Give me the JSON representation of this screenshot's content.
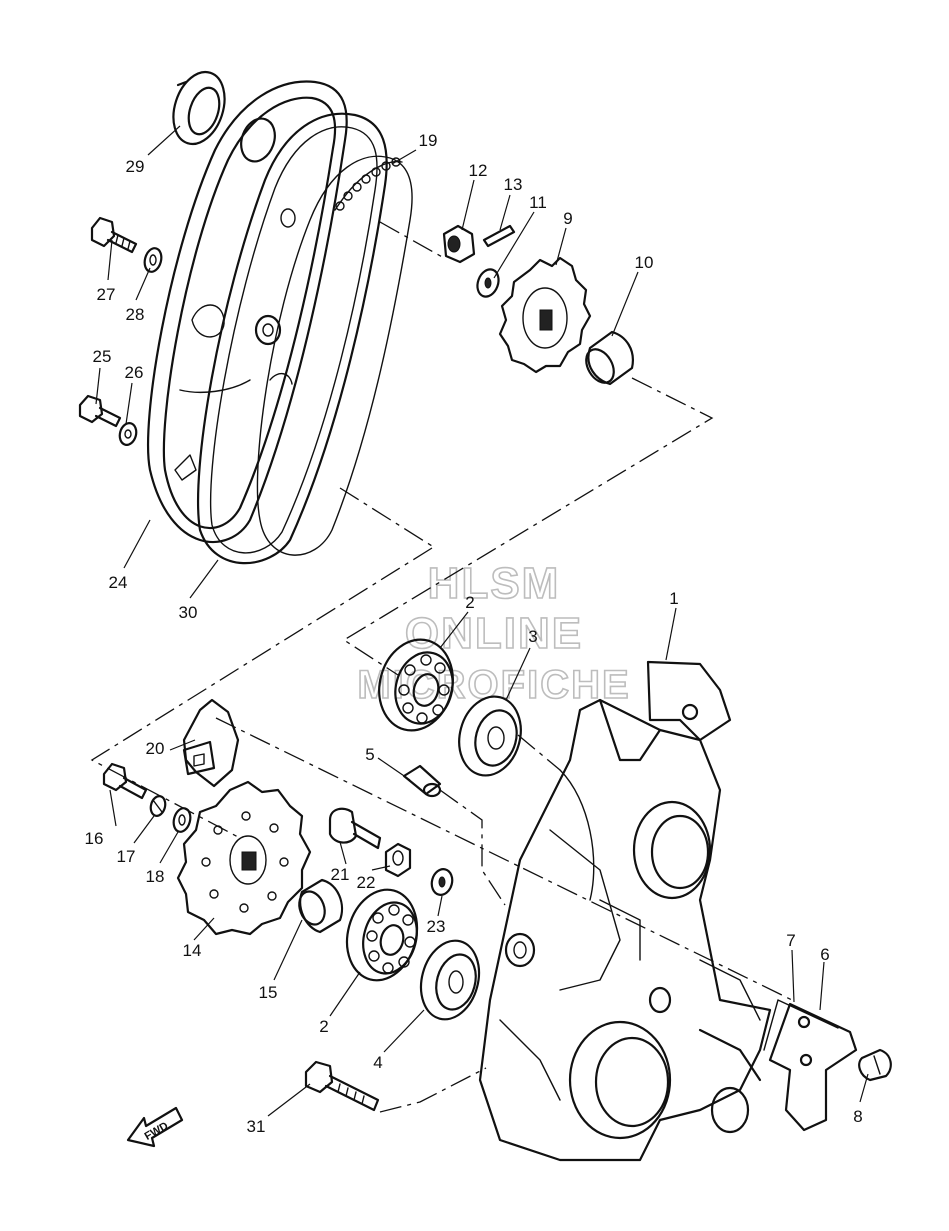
{
  "watermark": {
    "line1": "HLSM",
    "line2": "ONLINE",
    "line3": "MICROFICHE"
  },
  "fwd_label": "FWD",
  "callouts": {
    "c1": "1",
    "c2a": "2",
    "c2b": "2",
    "c3": "3",
    "c4": "4",
    "c5": "5",
    "c6": "6",
    "c7": "7",
    "c8": "8",
    "c9": "9",
    "c10": "10",
    "c11": "11",
    "c12": "12",
    "c13": "13",
    "c14": "14",
    "c15": "15",
    "c16": "16",
    "c17": "17",
    "c18": "18",
    "c19": "19",
    "c20": "20",
    "c21": "21",
    "c22": "22",
    "c23": "23",
    "c24": "24",
    "c25": "25",
    "c26": "26",
    "c27": "27",
    "c28": "28",
    "c29": "29",
    "c30": "30",
    "c31": "31"
  }
}
